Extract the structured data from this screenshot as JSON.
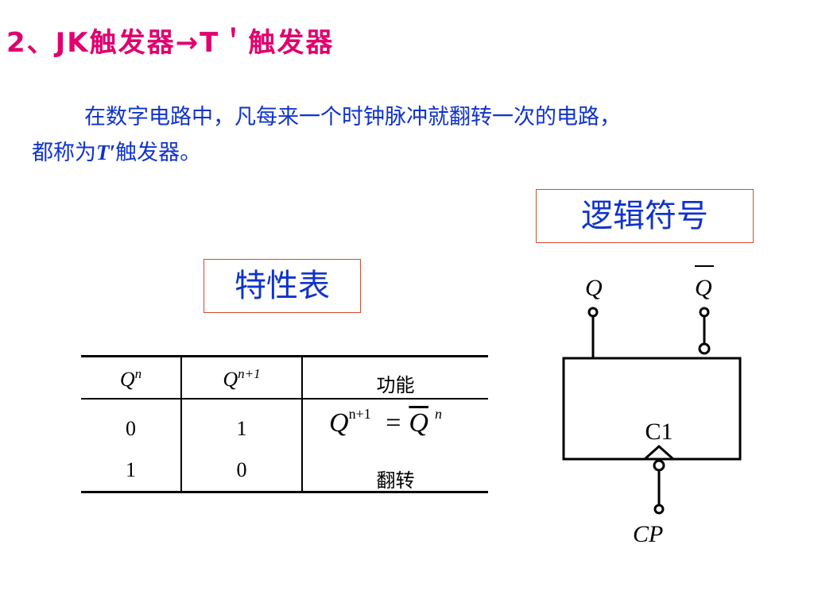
{
  "title": "2、JK触发器→T＇触发器",
  "paragraph": {
    "line1": "在数字电路中，凡每来一个时钟脉冲就翻转一次的电路，",
    "line2_prefix": "都称为",
    "line2_symbol": "T′",
    "line2_suffix": "触发器。"
  },
  "logic_symbol_label": "逻辑符号",
  "table_label": "特性表",
  "table": {
    "headers": {
      "col1_base": "Q",
      "col1_sup": "n",
      "col2_base": "Q",
      "col2_sup": "n+1",
      "col3": "功能"
    },
    "rows": [
      {
        "qn": "0",
        "qn1": "1"
      },
      {
        "qn": "1",
        "qn1": "0"
      }
    ],
    "formula": {
      "lhs": "Q",
      "lhs_sup": "n+1",
      "eq": "=",
      "rhs": "Q",
      "rhs_sup": "n"
    },
    "function_text": "翻转"
  },
  "symbol": {
    "q_label": "Q",
    "qbar_label": "Q",
    "clock_label": "C1",
    "input_label": "CP"
  }
}
